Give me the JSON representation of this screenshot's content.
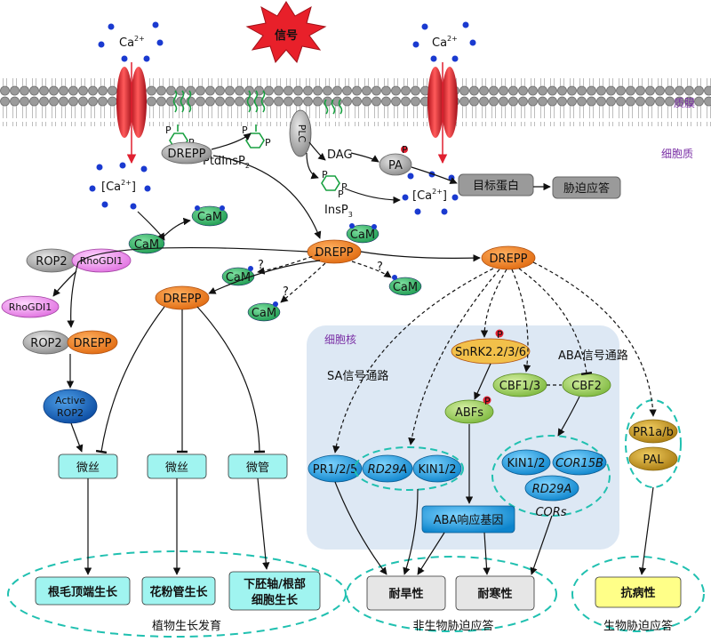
{
  "signal": "信号",
  "ca2": "Ca",
  "ca2_sup": "2+",
  "plasma_membrane": "质膜",
  "cytoplasm": "细胞质",
  "nucleus": "细胞核",
  "plc": "PLC",
  "dag": "DAG",
  "pa": "PA",
  "p": "P",
  "ptdinsp2": "PtdInsP",
  "ptdinsp2_sub": "2",
  "insp3": "InsP",
  "insp3_sub": "3",
  "target_protein": "目标蛋白",
  "stress_response": "胁迫应答",
  "ca_bracket_left": "[Ca",
  "ca_bracket_right": "]",
  "cam": "CaM",
  "drepp": "DREPP",
  "rop2": "ROP2",
  "rhogdi1": "RhoGDI1",
  "active": "Active",
  "question": "?",
  "microfilament": "微丝",
  "microtubule": "微管",
  "root_hair": "根毛顶端生长",
  "pollen_tube": "花粉管生长",
  "hypocotyl_l1": "下胚轴/根部",
  "hypocotyl_l2": "细胞生长",
  "plant_growth": "植物生长发育",
  "sa_pathway": "SA信号通路",
  "aba_pathway": "ABA信号通路",
  "snrk": "SnRK2.2/3/6",
  "abfs": "ABFs",
  "cbf13": "CBF1/3",
  "cbf2": "CBF2",
  "pr125": "PR1/2/5",
  "rd29a": "RD29A",
  "kin12": "KIN1/2",
  "cor15b": "COR15B",
  "cors": "CORs",
  "pr1ab": "PR1a/b",
  "pal": "PAL",
  "aba_genes": "ABA响应基因",
  "drought": "耐旱性",
  "cold": "耐寒性",
  "abiotic": "非生物胁迫应答",
  "disease": "抗病性",
  "biotic": "生物胁迫应答",
  "colors": {
    "drepp_orange": "#f08020",
    "cam_green": "#2fa860",
    "cyan_box": "#a0f4f0",
    "nucleus_bg": "#dde8f4",
    "ellipse_blue": "#1aa0e0",
    "ion_channel": "#e02030",
    "calcium_blue": "#1a3ad0",
    "light_green": "#9ccd5a",
    "gold": "#c8961a"
  }
}
